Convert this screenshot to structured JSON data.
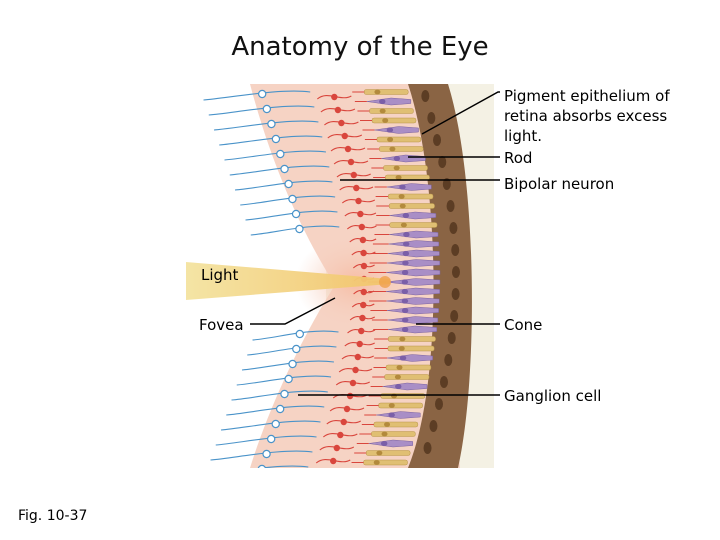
{
  "title": "Anatomy of the Eye",
  "labels": {
    "pigment_epithelium": "Pigment epithelium of retina absorbs excess light.",
    "rod": "Rod",
    "bipolar_neuron": "Bipolar neuron",
    "light": "Light",
    "fovea": "Fovea",
    "cone": "Cone",
    "ganglion_cell": "Ganglion cell"
  },
  "figure_number": "Fig. 10-37",
  "colors": {
    "background_panel": "#f4f1e4",
    "pink_layer": "#f6d3c4",
    "fovea_glow": "#f9c6b0",
    "pigment_layer": "#8a6444",
    "pigment_dark": "#5c3d24",
    "rod": "#e0bf73",
    "cone": "#a98ec6",
    "bipolar_neuron": "#d9463d",
    "ganglion_cell": "#4a93c9",
    "light_beam": "#f3dc8a"
  }
}
